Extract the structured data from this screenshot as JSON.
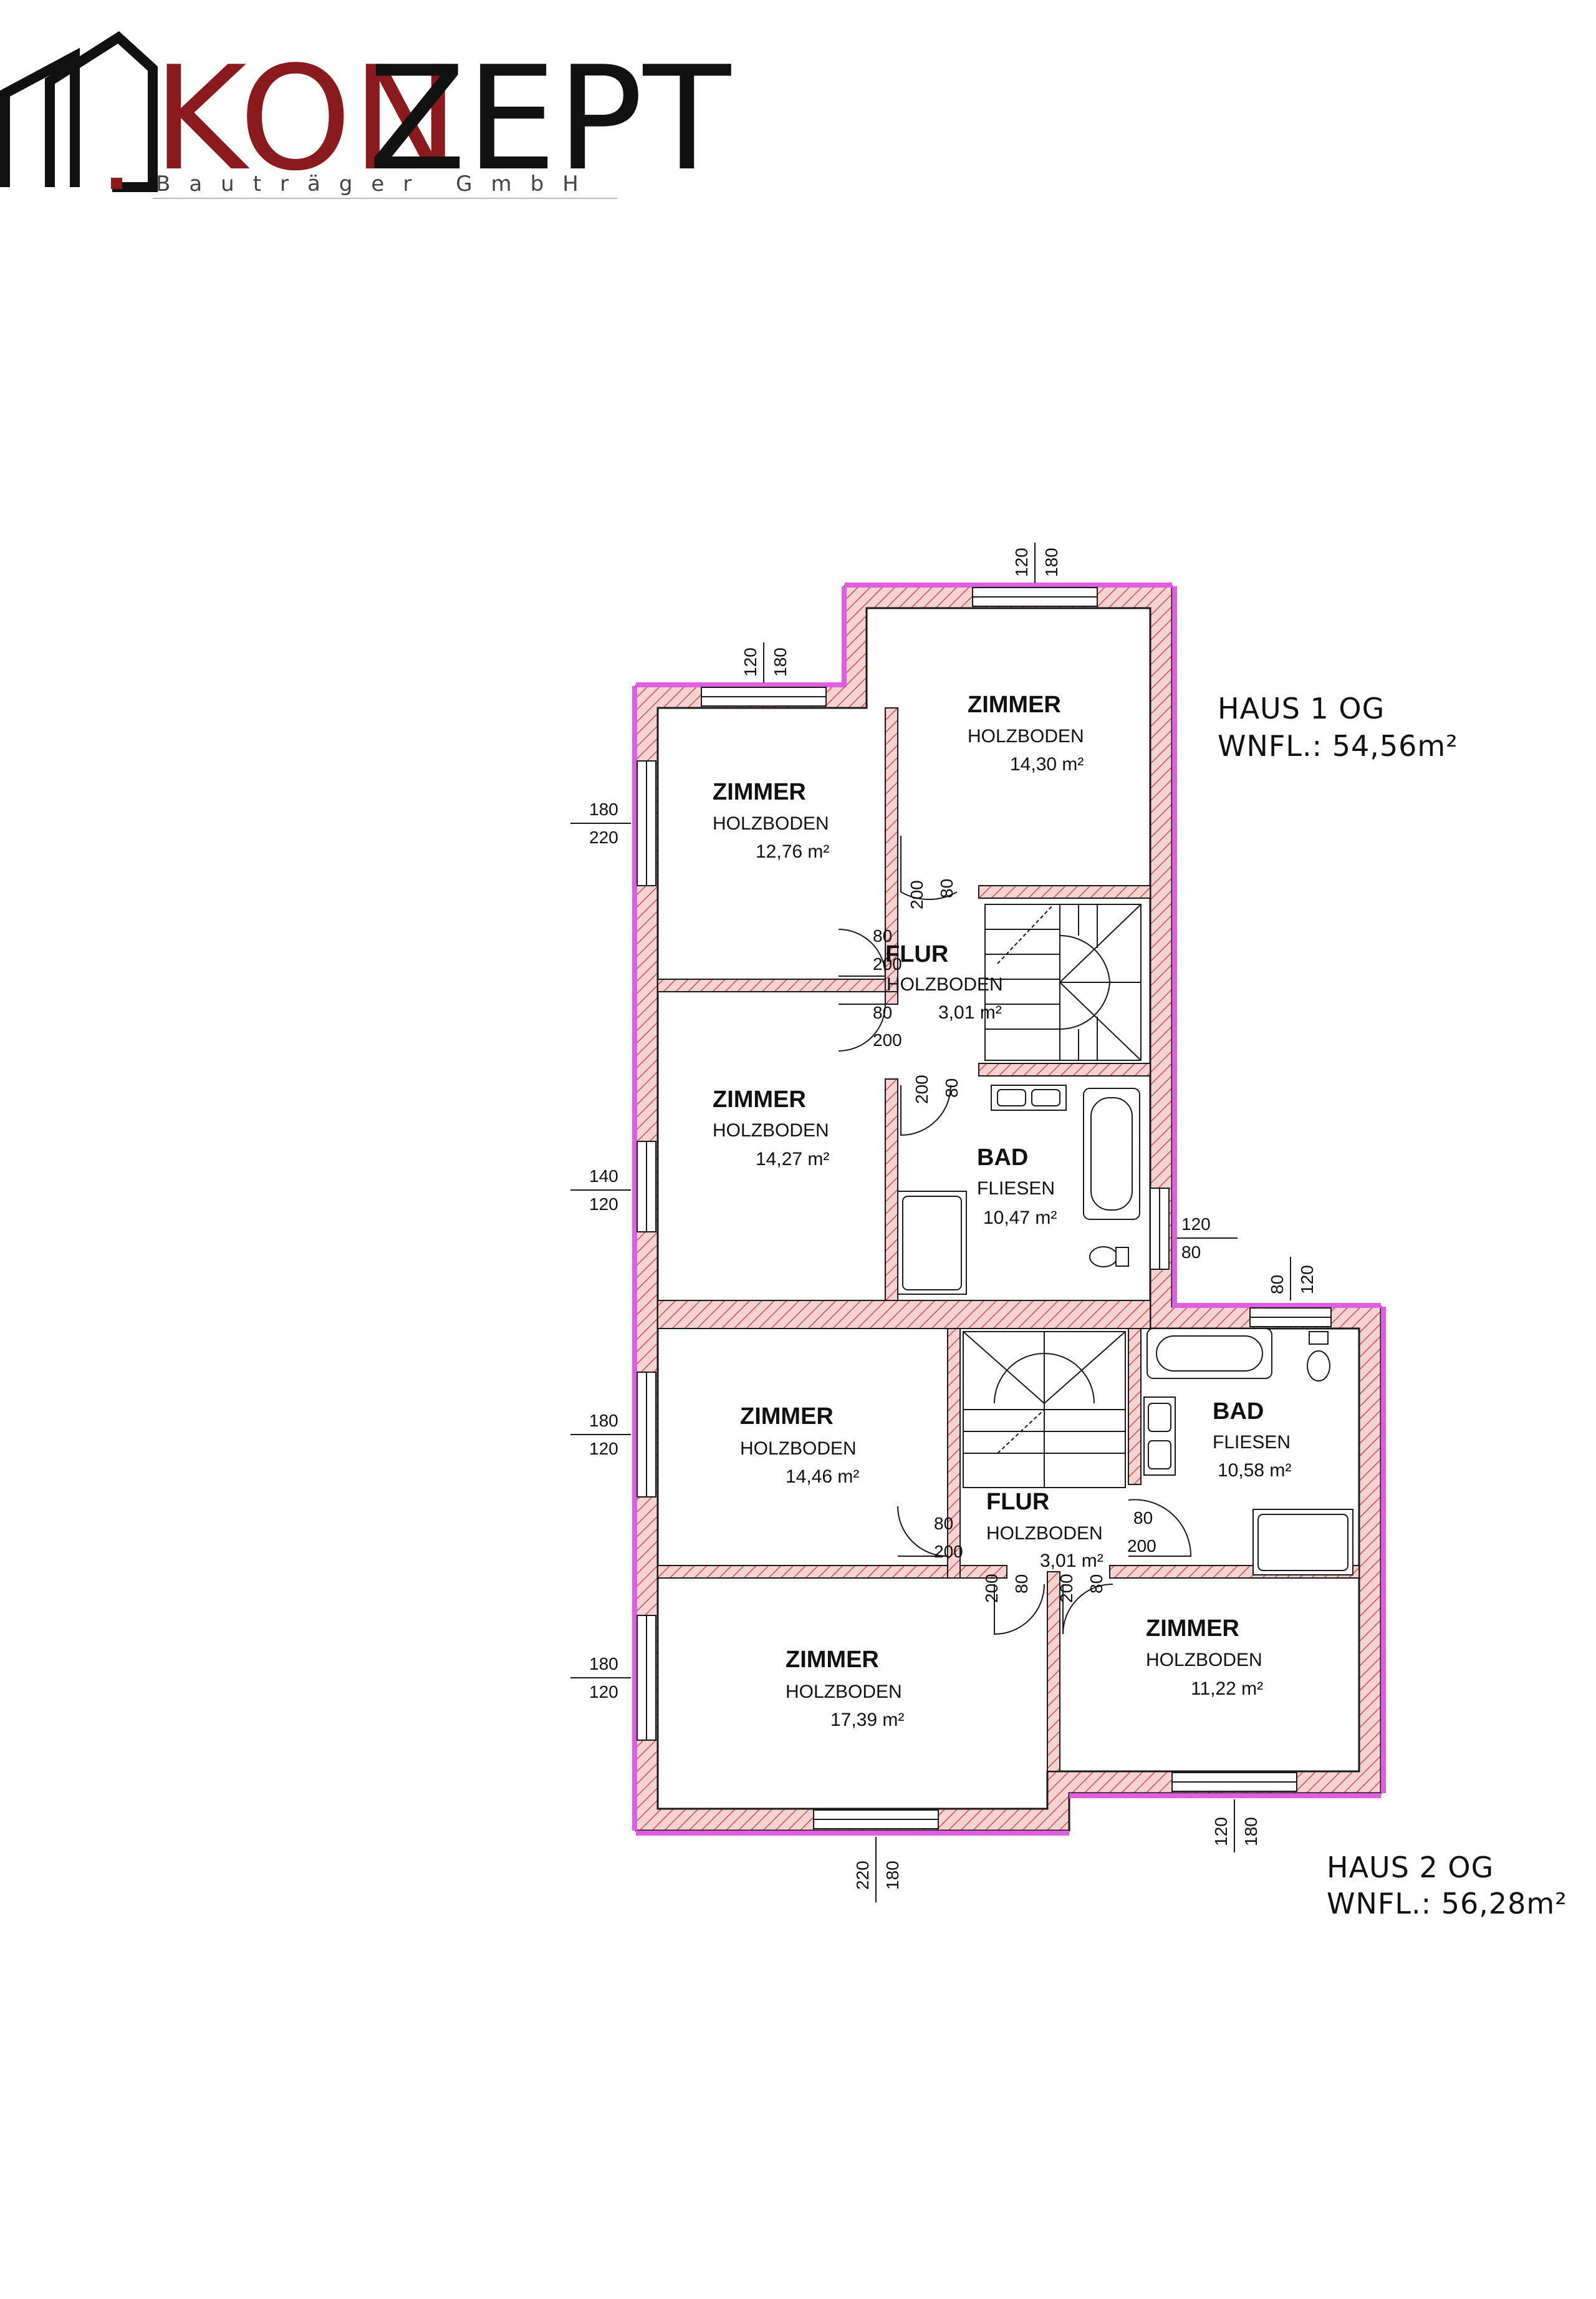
{
  "logo": {
    "part1": "KON",
    "part2": "ZEPT",
    "subtitle": "Bauträger GmbH",
    "color_red": "#8b1a1f",
    "color_dark": "#111111"
  },
  "colors": {
    "wall_fill": "#f3c9c9",
    "wall_hatch": "#d24a4a",
    "insulation": "#e05ee0",
    "line": "#1a1a1a"
  },
  "haus1": {
    "label": "HAUS 1 OG",
    "area": "WNFL.: 54,56m²",
    "rooms": [
      {
        "id": "h1-zimmer-ne",
        "name": "ZIMMER",
        "floor": "HOLZBODEN",
        "area": "14,30 m²"
      },
      {
        "id": "h1-zimmer-nw",
        "name": "ZIMMER",
        "floor": "HOLZBODEN",
        "area": "12,76 m²"
      },
      {
        "id": "h1-zimmer-w",
        "name": "ZIMMER",
        "floor": "HOLZBODEN",
        "area": "14,27 m²"
      },
      {
        "id": "h1-flur",
        "name": "FLUR",
        "floor": "HOLZBODEN",
        "area": "3,01 m²"
      },
      {
        "id": "h1-bad",
        "name": "BAD",
        "floor": "FLIESEN",
        "area": "10,47 m²"
      }
    ]
  },
  "haus2": {
    "label": "HAUS 2 OG",
    "area": "WNFL.: 56,28m²",
    "rooms": [
      {
        "id": "h2-zimmer-nw",
        "name": "ZIMMER",
        "floor": "HOLZBODEN",
        "area": "14,46 m²"
      },
      {
        "id": "h2-flur",
        "name": "FLUR",
        "floor": "HOLZBODEN",
        "area": "3,01 m²"
      },
      {
        "id": "h2-bad",
        "name": "BAD",
        "floor": "FLIESEN",
        "area": "10,58 m²"
      },
      {
        "id": "h2-zimmer-sw",
        "name": "ZIMMER",
        "floor": "HOLZBODEN",
        "area": "17,39 m²"
      },
      {
        "id": "h2-zimmer-se",
        "name": "ZIMMER",
        "floor": "HOLZBODEN",
        "area": "11,22 m²"
      }
    ]
  },
  "dims": {
    "d01a": "120",
    "d01b": "180",
    "d02a": "120",
    "d02b": "180",
    "d03a": "180",
    "d03b": "220",
    "d04a": "140",
    "d04b": "120",
    "d05a": "120",
    "d05b": "80",
    "d06a": "80",
    "d06b": "120",
    "d07a": "180",
    "d07b": "120",
    "d08a": "180",
    "d08b": "120",
    "d09a": "220",
    "d09b": "180",
    "d10a": "120",
    "d10b": "180",
    "door1a": "200",
    "door1b": "80",
    "door2a": "80",
    "door2b": "200",
    "door3a": "80",
    "door3b": "200",
    "door4a": "200",
    "door4b": "80",
    "door5a": "80",
    "door5b": "200",
    "door6a": "80",
    "door6b": "200",
    "door7a": "200",
    "door7b": "80",
    "door8a": "200",
    "door8b": "80"
  }
}
